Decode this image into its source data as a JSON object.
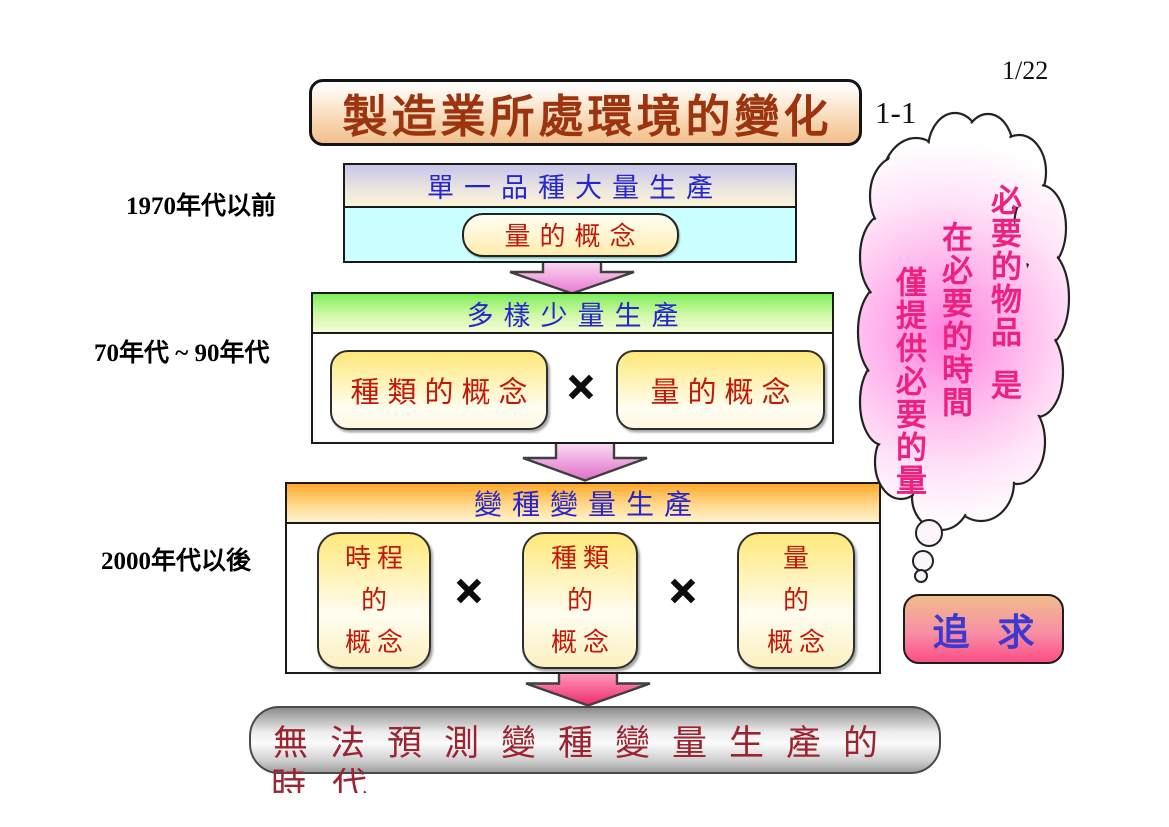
{
  "slide": {
    "page_indicator": "1/22",
    "slide_number": "1-1",
    "title": "製造業所處環境的變化"
  },
  "eras": [
    {
      "label": "1970年代以前",
      "header": "單一品種大量生產",
      "concepts": [
        [
          "量的概念"
        ]
      ]
    },
    {
      "label": "70年代 ~ 90年代",
      "header": "多樣少量生產",
      "concepts": [
        [
          "種類的概念"
        ],
        [
          "量的概念"
        ]
      ]
    },
    {
      "label": "2000年代以後",
      "header": "變種變量生產",
      "concepts": [
        [
          "時程",
          "的",
          "概念"
        ],
        [
          "種類",
          "的",
          "概念"
        ],
        [
          "量",
          "的",
          "概念"
        ]
      ]
    }
  ],
  "operator": "×",
  "thought_bubble": {
    "col_right_top": "必要的物品",
    "col_right_bottom": "是",
    "col_middle": "在必要的時間",
    "col_left": "僅提供必要的量"
  },
  "pursue_label": "追求",
  "banner": {
    "line1": "無法預測變種變量生產的",
    "line2": "時代"
  },
  "colors": {
    "title_text": "#9c3410",
    "header_text": "#2626cc",
    "concept_text": "#c31808",
    "bubble_text": "#ee2080",
    "banner_text": "#9b2430",
    "pursue_text": "#3a3ad0",
    "box1_body": "#ccffff",
    "header1_top": "#c6c6ea",
    "header2_top": "#7dee58",
    "header3_top": "#ffa829",
    "arrow_pink": "#ea83d5",
    "arrow_deep_pink": "#ee2a6c"
  }
}
